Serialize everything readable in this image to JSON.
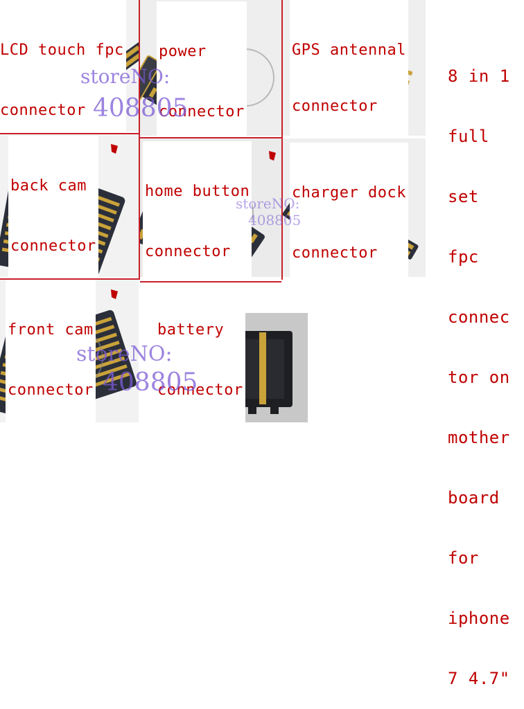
{
  "title": "8 in 1 full set fpc connector on mother board for iphone 7 4.7\"",
  "title_lines": [
    "8 in 1",
    "full",
    "set",
    "fpc",
    "connec",
    "tor on",
    "mother",
    "board",
    "for",
    "iphone",
    "7 4.7\""
  ],
  "cells": [
    {
      "id": "lcd",
      "label_lines": [
        "LCD touch fpc",
        "connector"
      ],
      "has_watermark": true
    },
    {
      "id": "power",
      "label_lines": [
        "power",
        "connector"
      ],
      "has_watermark": true
    },
    {
      "id": "gps",
      "label_lines": [
        "GPS antennal",
        "connector"
      ],
      "has_watermark": false
    },
    {
      "id": "back-cam",
      "label_lines": [
        "back cam",
        "connector"
      ],
      "has_watermark": false
    },
    {
      "id": "home-button",
      "label_lines": [
        "home button",
        "connector"
      ],
      "has_watermark": true
    },
    {
      "id": "charger-dock",
      "label_lines": [
        "charger dock",
        "connector"
      ],
      "has_watermark": false
    },
    {
      "id": "front-cam",
      "label_lines": [
        "front cam",
        "connector"
      ],
      "has_watermark": true
    },
    {
      "id": "battery",
      "label_lines": [
        "battery",
        "connector"
      ],
      "has_watermark": false
    }
  ],
  "watermark": {
    "store": "storeNO:",
    "number": "408805"
  },
  "colors": {
    "label_text": "#c00000",
    "divider": "#c8202a",
    "watermark": "#7c5bd6",
    "connector_body": "#2b2f3a",
    "pin_gold": "#c9a23a"
  }
}
